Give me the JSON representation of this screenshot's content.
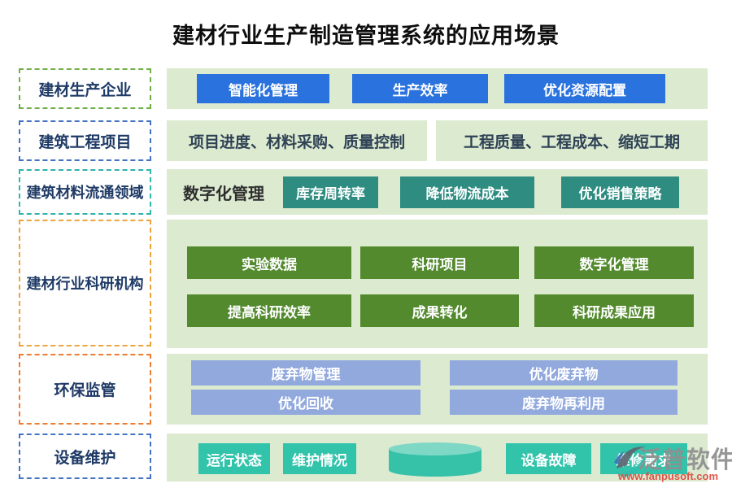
{
  "title": "建材行业生产制造管理系统的应用场景",
  "rows": [
    {
      "label": "建材生产企业",
      "items": [
        "智能化管理",
        "生产效率",
        "优化资源配置"
      ]
    },
    {
      "label": "建筑工程项目",
      "items": [
        "项目进度、材料采购、质量控制",
        "工程质量、工程成本、缩短工期"
      ]
    },
    {
      "label": "建筑材料流通领域",
      "lead_text": "数字化管理",
      "items": [
        "库存周转率",
        "降低物流成本",
        "优化销售策略"
      ]
    },
    {
      "label": "建材行业科研机构",
      "items": [
        "实验数据",
        "科研项目",
        "数字化管理",
        "提高科研效率",
        "成果转化",
        "科研成果应用"
      ]
    },
    {
      "label": "环保监管",
      "items": [
        "废弃物管理",
        "优化废弃物",
        "优化回收",
        "废弃物再利用"
      ]
    },
    {
      "label": "设备维护",
      "items": [
        "运行状态",
        "维护情况",
        "设备故障",
        "维修需求"
      ]
    }
  ],
  "icons": {
    "row6_center": "database-cylinder-icon",
    "watermark_logo": "fanpu-brand-logo-icon"
  },
  "watermark": {
    "brand": "泛普软件",
    "url": "www.fanpusoft.com"
  },
  "colors": {
    "band_green": "#dcead0",
    "button_blue": "#2a72dd",
    "button_teal_dark": "#2e8c80",
    "button_green_dark": "#538a2e",
    "button_periwinkle": "#92a9de",
    "button_teal_bright": "#32c3ab",
    "label_text": "#1e3a66",
    "border_green": "#6fae47",
    "border_blue": "#4472c4",
    "border_teal": "#2fb3ab",
    "border_gold": "#efa33a",
    "border_orange": "#ed7d31",
    "watermark_text": "#8f8f8f",
    "watermark_url": "#e0483e"
  }
}
